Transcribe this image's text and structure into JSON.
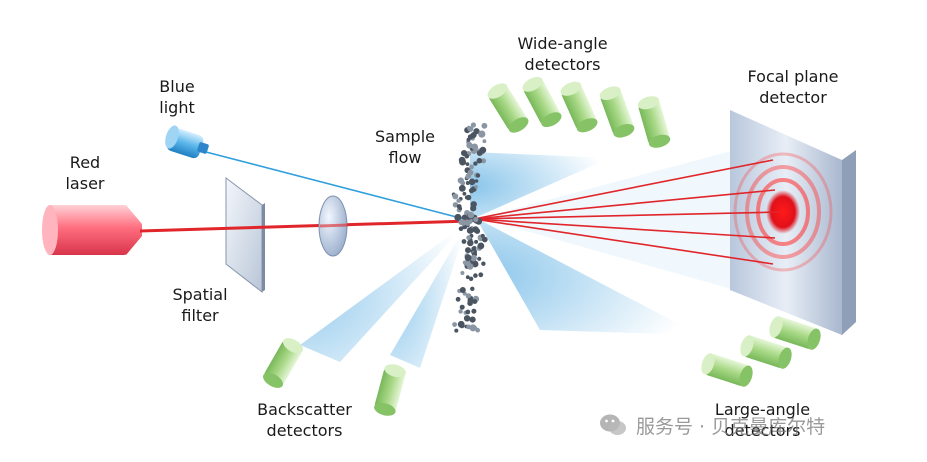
{
  "labels": {
    "red_laser": [
      "Red",
      "laser"
    ],
    "blue_light": [
      "Blue",
      "light"
    ],
    "spatial_filter": [
      "Spatial",
      "filter"
    ],
    "sample_flow": [
      "Sample",
      "flow"
    ],
    "wide_angle": [
      "Wide-angle",
      "detectors"
    ],
    "focal_plane": [
      "Focal plane",
      "detector"
    ],
    "backscatter": [
      "Backscatter",
      "detectors"
    ],
    "large_angle": [
      "Large-angle",
      "detectors"
    ]
  },
  "watermark": {
    "text": "服务号 · 贝克曼库尔特"
  },
  "colors": {
    "laser_red": "#e0262b",
    "blue_beam": "#2e9fdc",
    "scatter_cone": "#3aa7e6",
    "detector_green": "#9fd27f",
    "particle": "#5a6470",
    "focal_panel": "#c9d3e2"
  }
}
